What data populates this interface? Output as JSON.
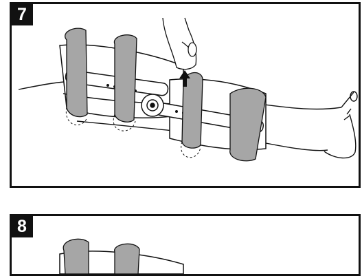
{
  "steps": [
    {
      "number": "7",
      "illustration": "knee-brace-strap-adjustment"
    },
    {
      "number": "8",
      "illustration": "knee-brace-strap-fastening"
    }
  ],
  "colors": {
    "ink": "#111111",
    "strap": "#a6a6a6",
    "paper": "#ffffff",
    "arrow": "#111111"
  }
}
